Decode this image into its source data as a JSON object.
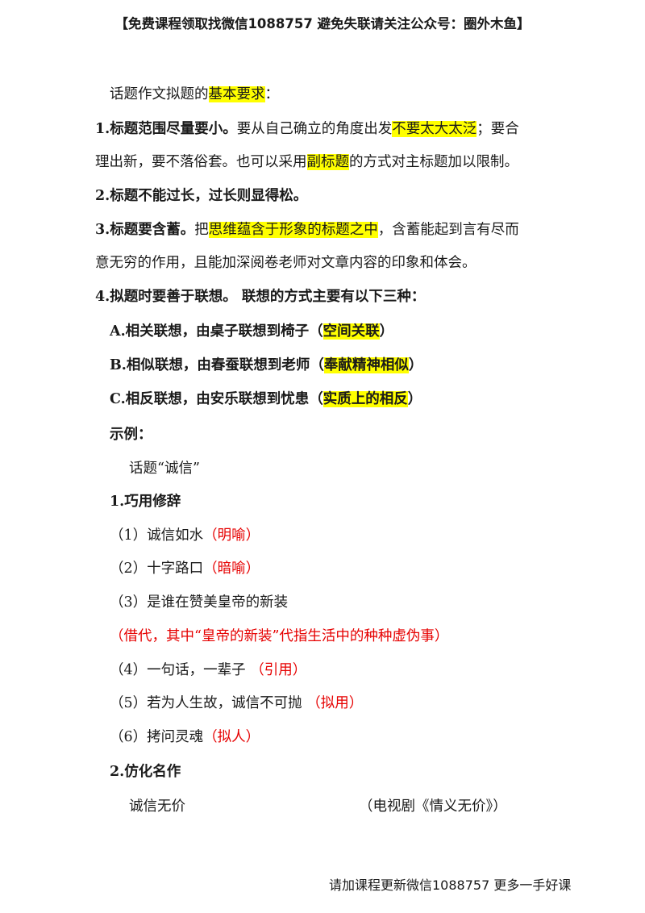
{
  "header": {
    "text": "【免费课程领取找微信1088757 避免失联请关注公众号：圈外木鱼】"
  },
  "intro": {
    "pre": "话题作文拟题的",
    "hl": "基本要求",
    "post": "："
  },
  "rules": [
    {
      "head": "1.标题范围尽量要小。",
      "body1": "要从自己确立的角度出发",
      "hl1": "不要太大太泛",
      "body2": "；要合"
    },
    {
      "line2a": "理出新，要不落俗套。也可以采用",
      "hl": "副标题",
      "line2b": "的方式对主标题加以限制。"
    },
    {
      "head": "2.标题不能过长，过长则显得松。"
    },
    {
      "head": "3.标题要含蓄。",
      "pre": "把",
      "hl": "思维蕴含于形象的标题之中",
      "post": "，含蓄能起到言有尽而"
    },
    {
      "line2": "意无穷的作用，且能加深阅卷老师对文章内容的印象和体会。"
    },
    {
      "head": "4.拟题时要善于联想。 联想的方式主要有以下三种："
    }
  ],
  "associations": [
    {
      "text": "A.相关联想，由桌子联想到椅子（",
      "hl": "空间关联",
      "close": "）"
    },
    {
      "text": "B.相似联想，由春蚕联想到老师（",
      "hl": "奉献精神相似",
      "close": "）"
    },
    {
      "text": "C.相反联想，由安乐联想到忧患（",
      "hl": "实质上的相反",
      "close": "）"
    }
  ],
  "example_label": "示例：",
  "topic": "话题“诚信”",
  "section1": "1.巧用修辞",
  "items": [
    {
      "text": "（1）诚信如水",
      "note": "（明喻）"
    },
    {
      "text": "（2）十字路口",
      "note": "（暗喻）"
    },
    {
      "text": "（3）是谁在赞美皇帝的新装",
      "note": ""
    },
    {
      "text": "",
      "note": "（借代，其中“皇帝的新装”代指生活中的种种虚伪事）"
    },
    {
      "text": "（4）一句话，一辈子 ",
      "note": "（引用）"
    },
    {
      "text": "（5）若为人生故，诚信不可抛 ",
      "note": "（拟用）"
    },
    {
      "text": "（6）拷问灵魂",
      "note": "（拟人）"
    }
  ],
  "section2": "2.仿化名作",
  "imitation": {
    "title": "诚信无价",
    "source": "（电视剧《情义无价》）"
  },
  "footer": {
    "text": "请加课程更新微信1088757 更多一手好课"
  },
  "colors": {
    "highlight": "#ffff00",
    "note_red": "#e60000",
    "text": "#1a1a1a"
  }
}
